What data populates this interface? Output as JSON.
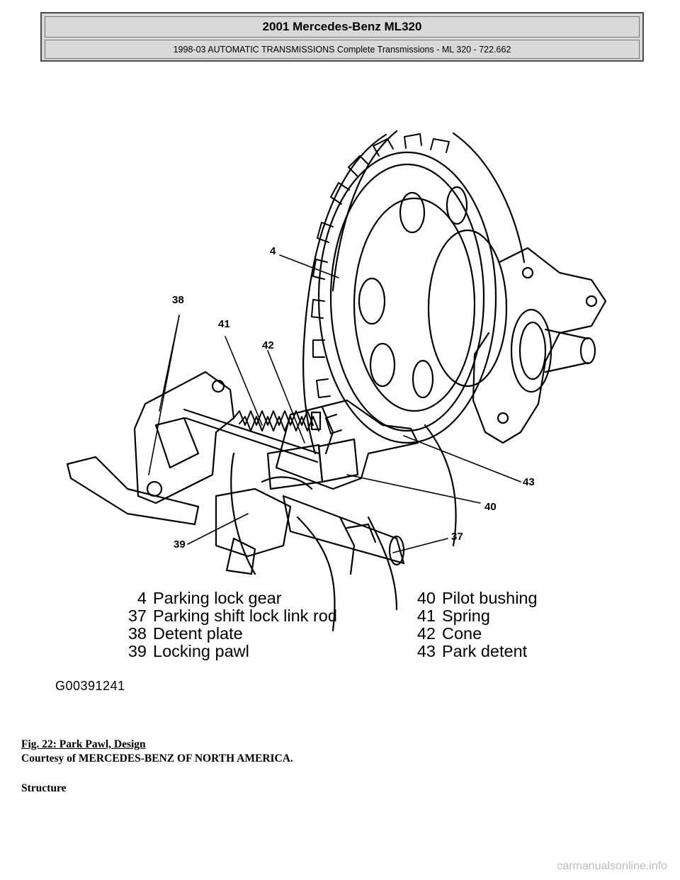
{
  "header": {
    "title": "2001 Mercedes-Benz ML320",
    "subtitle": "1998-03 AUTOMATIC TRANSMISSIONS Complete Transmissions - ML 320 - 722.662"
  },
  "figure": {
    "callouts": [
      "4",
      "38",
      "41",
      "42",
      "43",
      "40",
      "37",
      "39"
    ],
    "legend_left": [
      {
        "num": "4",
        "label": "Parking lock gear"
      },
      {
        "num": "37",
        "label": "Parking shift lock link rod"
      },
      {
        "num": "38",
        "label": "Detent plate"
      },
      {
        "num": "39",
        "label": "Locking pawl"
      }
    ],
    "legend_right": [
      {
        "num": "40",
        "label": "Pilot bushing"
      },
      {
        "num": "41",
        "label": "Spring"
      },
      {
        "num": "42",
        "label": "Cone"
      },
      {
        "num": "43",
        "label": "Park detent"
      }
    ],
    "graphic_id": "G00391241"
  },
  "caption": {
    "figure_title": "Fig. 22: Park Pawl, Design",
    "courtesy": "Courtesy of MERCEDES-BENZ OF NORTH AMERICA.",
    "section": "Structure"
  },
  "watermark": "carmanualsonline.info"
}
